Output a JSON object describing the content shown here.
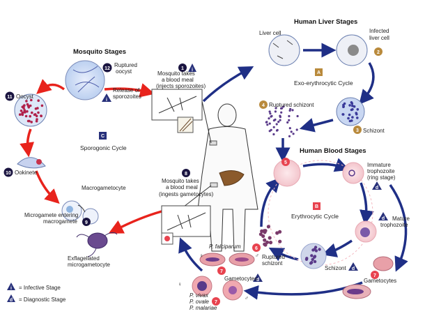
{
  "headers": {
    "mosquito": "Mosquito Stages",
    "liver": "Human Liver Stages",
    "blood": "Human Blood Stages"
  },
  "cycles": {
    "exo": "Exo-erythrocytic Cycle",
    "sporogonic": "Sporogonic Cycle",
    "erythrocytic": "Erythrocytic Cycle"
  },
  "labels": {
    "liver_cell": "Liver cell",
    "infected_liver_1": "Infected",
    "infected_liver_2": "liver cell",
    "schizont_liver": "Schizont",
    "ruptured_schizont_liver": "Ruptured schizont",
    "meal1_1": "Mosquito takes",
    "meal1_2": "a blood meal",
    "meal1_3": "(injects sporozoites)",
    "meal8_1": "Mosquito takes",
    "meal8_2": "a blood meal",
    "meal8_3": "(ingests gametocytes)",
    "ruptured_oocyst_1": "Ruptured",
    "ruptured_oocyst_2": "oocyst",
    "release_1": "Release of",
    "release_2": "sporozoites",
    "oocyst": "Oocyst",
    "ookinete": "Ookinete",
    "macrogametocyte": "Macrogametocyte",
    "microgamete_1": "Microgamete entering",
    "microgamete_2": "macrogamete",
    "exflag_1": "Exflagellated",
    "exflag_2": "microgametocyte",
    "immature_1": "Immature",
    "immature_2": "trophozoite",
    "immature_3": "(ring stage)",
    "mature_1": "Mature",
    "mature_2": "trophozoite",
    "schizont_blood": "Schizont",
    "ruptured_schizont_blood_1": "Ruptured",
    "ruptured_schizont_blood_2": "schizont",
    "gametocytes_right": "Gametocytes",
    "gametocytes_left": "Gametocytes",
    "p_falciparum": "P. falciparum",
    "p_vivax": "P. vivax",
    "p_ovale": "P. ovale",
    "p_malariae": "P. malariae",
    "female": "♀",
    "male": "♂"
  },
  "badges": {
    "n1": "1",
    "n2": "2",
    "n3": "3",
    "n4": "4",
    "n5": "5",
    "n6": "6",
    "n7a": "7",
    "n7b": "7",
    "n7c": "7",
    "n8": "8",
    "n9": "9",
    "n10": "10",
    "n11": "11",
    "n12": "12",
    "A": "A",
    "B": "B",
    "C": "C",
    "i": "i",
    "d": "d"
  },
  "legend": {
    "infective": "= Infective Stage",
    "diagnostic": "= Diagnostic Stage"
  },
  "colors": {
    "arrow_red": "#e8231c",
    "arrow_blue": "#1f2f86",
    "badge_dark": "#1a1440",
    "badge_orange": "#b98a3c",
    "badge_red": "#e8434f",
    "badge_blue": "#27307a",
    "parasite_purple": "#5a3a8a",
    "liver_brown": "#8b5a2b"
  }
}
